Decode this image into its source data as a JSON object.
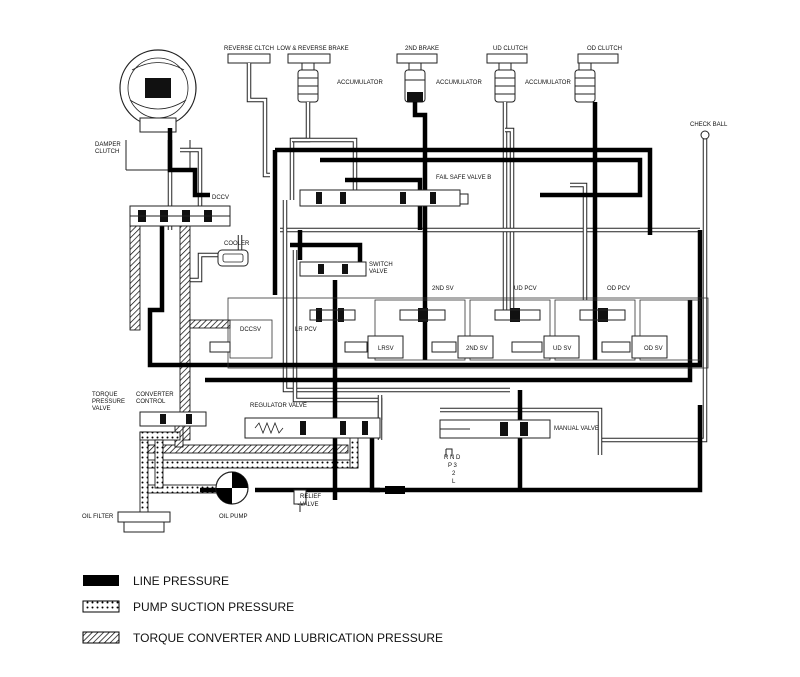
{
  "labels": {
    "reverse_clutch": "REVERSE CLTCH",
    "low_reverse_brake": "LOW & REVERSE BRAKE",
    "second_brake": "2ND BRAKE",
    "ud_clutch": "UD CLUTCH",
    "od_clutch": "OD CLUTCH",
    "accumulator_1": "ACCUMULATOR",
    "accumulator_2": "ACCUMULATOR",
    "accumulator_3": "ACCUMULATOR",
    "check_ball": "CHECK BALL",
    "damper_clutch_1": "DAMPER",
    "damper_clutch_2": "CLUTCH",
    "dccv": "DCCV",
    "cooler": "COOLER",
    "fail_safe_valve_b": "FAIL SAFE VALVE B",
    "switch_valve_1": "SWITCH",
    "switch_valve_2": "VALVE",
    "second_sv_top": "2ND SV",
    "ud_pcv": "UD PCV",
    "od_pcv": "OD PCV",
    "dccsv": "DCCSV",
    "lr_pcv": "LR PCV",
    "lrsv": "LRSV",
    "second_sv_box": "2ND SV",
    "ud_sv": "UD SV",
    "od_sv": "OD SV",
    "torque_pressure_valve_1": "TORQUE",
    "torque_pressure_valve_2": "PRESSURE",
    "torque_pressure_valve_3": "VALVE",
    "converter_control_1": "CONVERTER",
    "converter_control_2": "CONTROL",
    "regulator_valve": "REGULATOR VALVE",
    "manual_valve": "MANUAL VALVE",
    "range_1": "R N D",
    "range_2": "P 3",
    "range_3": "2",
    "range_4": "L",
    "oil_filter": "OIL FILTER",
    "oil_pump": "OIL PUMP",
    "relief_valve_1": "RELIEF",
    "relief_valve_2": "VALVE"
  },
  "legend": [
    {
      "label": "LINE PRESSURE",
      "pattern": "solid"
    },
    {
      "label": "PUMP SUCTION PRESSURE",
      "pattern": "dotted"
    },
    {
      "label": "TORQUE CONVERTER AND LUBRICATION PRESSURE",
      "pattern": "hatched"
    }
  ],
  "colors": {
    "line_pressure": "#000000",
    "background": "#ffffff"
  }
}
